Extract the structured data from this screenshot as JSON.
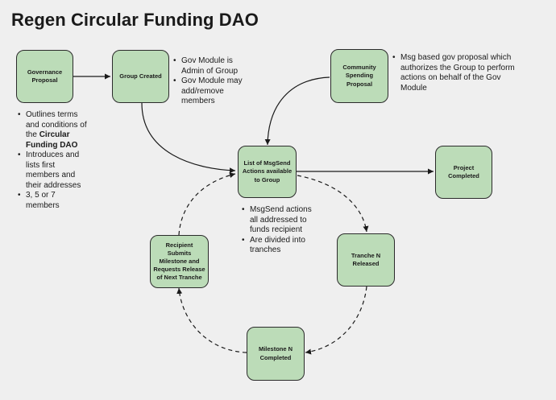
{
  "title": "Regen Circular Funding DAO",
  "nodes": {
    "governance": "Governance Proposal",
    "group_created": "Group Created",
    "community_spending": "Community Spending Proposal",
    "msgsend_list": "List of MsgSend Actions available to Group",
    "project_completed": "Project Completed",
    "tranche_released": "Tranche N Released",
    "milestone_completed": "Milestone N Completed",
    "recipient_submits": "Recipient Submits Milestone and Requests Release of Next Tranche"
  },
  "notes": {
    "governance": {
      "b1_pre": "Outlines terms and conditions of the ",
      "b1_bold": "Circular Funding DAO",
      "b2": "Introduces and lists first members and their addresses",
      "b3": "3, 5 or 7 members"
    },
    "group": {
      "b1": "Gov Module is Admin of Group",
      "b2": "Gov Module may add/remove members"
    },
    "community": {
      "b1": "Msg based gov proposal which authorizes the Group to perform actions on behalf of the Gov Module"
    },
    "msgsend": {
      "b1": "MsgSend actions all addressed to funds recipient",
      "b2": "Are divided into tranches"
    }
  },
  "colors": {
    "node_fill": "#bcdcb8",
    "node_border": "#2b2b2b",
    "background": "#efefef"
  }
}
